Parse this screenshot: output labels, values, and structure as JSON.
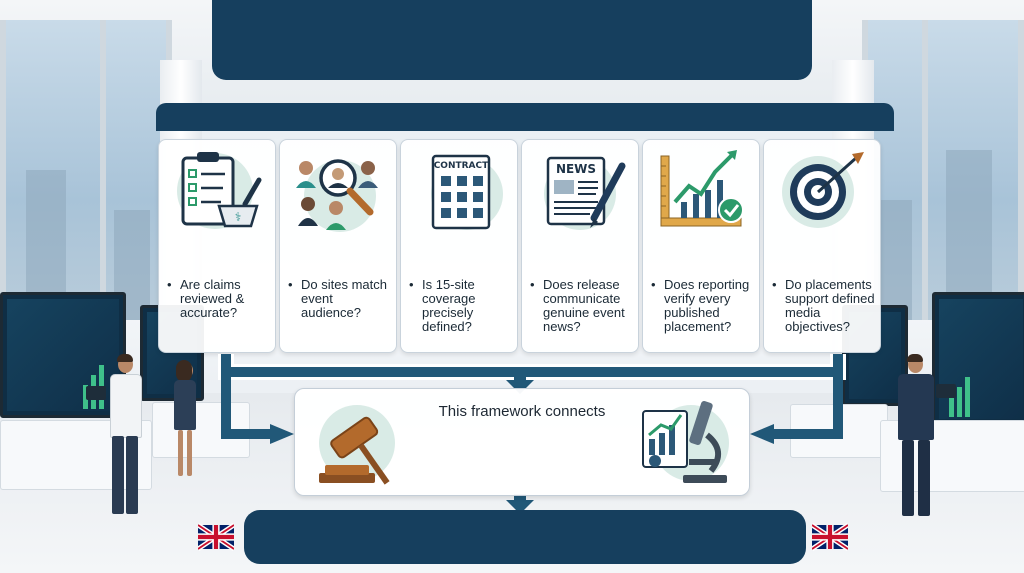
{
  "colors": {
    "navy": "#163f5e",
    "teal_accent": "#2a8f8b",
    "card_bg": "#ffffff",
    "text": "#1b2a36"
  },
  "question_cards": [
    {
      "icon": "clipboard-mortar-icon",
      "bullet": "•",
      "text": "Are claims reviewed & accurate?"
    },
    {
      "icon": "audience-magnifier-icon",
      "bullet": "•",
      "text": "Do sites match event audience?"
    },
    {
      "icon": "contract-icon",
      "icon_label": "CONTRACT",
      "bullet": "•",
      "text": "Is 15-site coverage precisely defined?"
    },
    {
      "icon": "newspaper-pen-icon",
      "icon_label": "NEWS",
      "bullet": "•",
      "text": "Does release communicate genuine event news?"
    },
    {
      "icon": "growth-chart-check-icon",
      "bullet": "•",
      "text": "Does reporting verify every published placement?"
    },
    {
      "icon": "target-arrow-icon",
      "bullet": "•",
      "text": "Do placements support defined media objectives?"
    }
  ],
  "framework": {
    "title": "This framework connects",
    "left_icon": "gavel-icon",
    "right_icon": "microscope-chart-icon"
  },
  "flags": [
    "uk-flag-icon",
    "uk-flag-icon"
  ]
}
